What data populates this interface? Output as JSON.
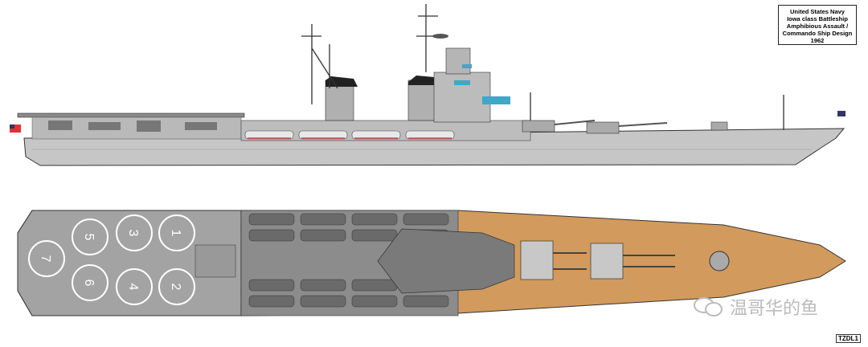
{
  "title_box": {
    "lines": [
      "United States Navy",
      "Iowa class Battleship",
      "Amphibious Assault /",
      "Commando Ship Design",
      "1962"
    ]
  },
  "helicopter_spots": [
    "7",
    "5",
    "3",
    "1",
    "6",
    "4",
    "2"
  ],
  "watermark": {
    "text": "温哥华的鱼",
    "icon": "wechat-icon"
  },
  "artist_tag": "TZDL1",
  "colors": {
    "hull": "#c6c6c6",
    "deck_gray": "#a3a3a3",
    "wood": "#d29a5c",
    "dark": "#5a5a5a",
    "window": "#3fa7c8"
  }
}
